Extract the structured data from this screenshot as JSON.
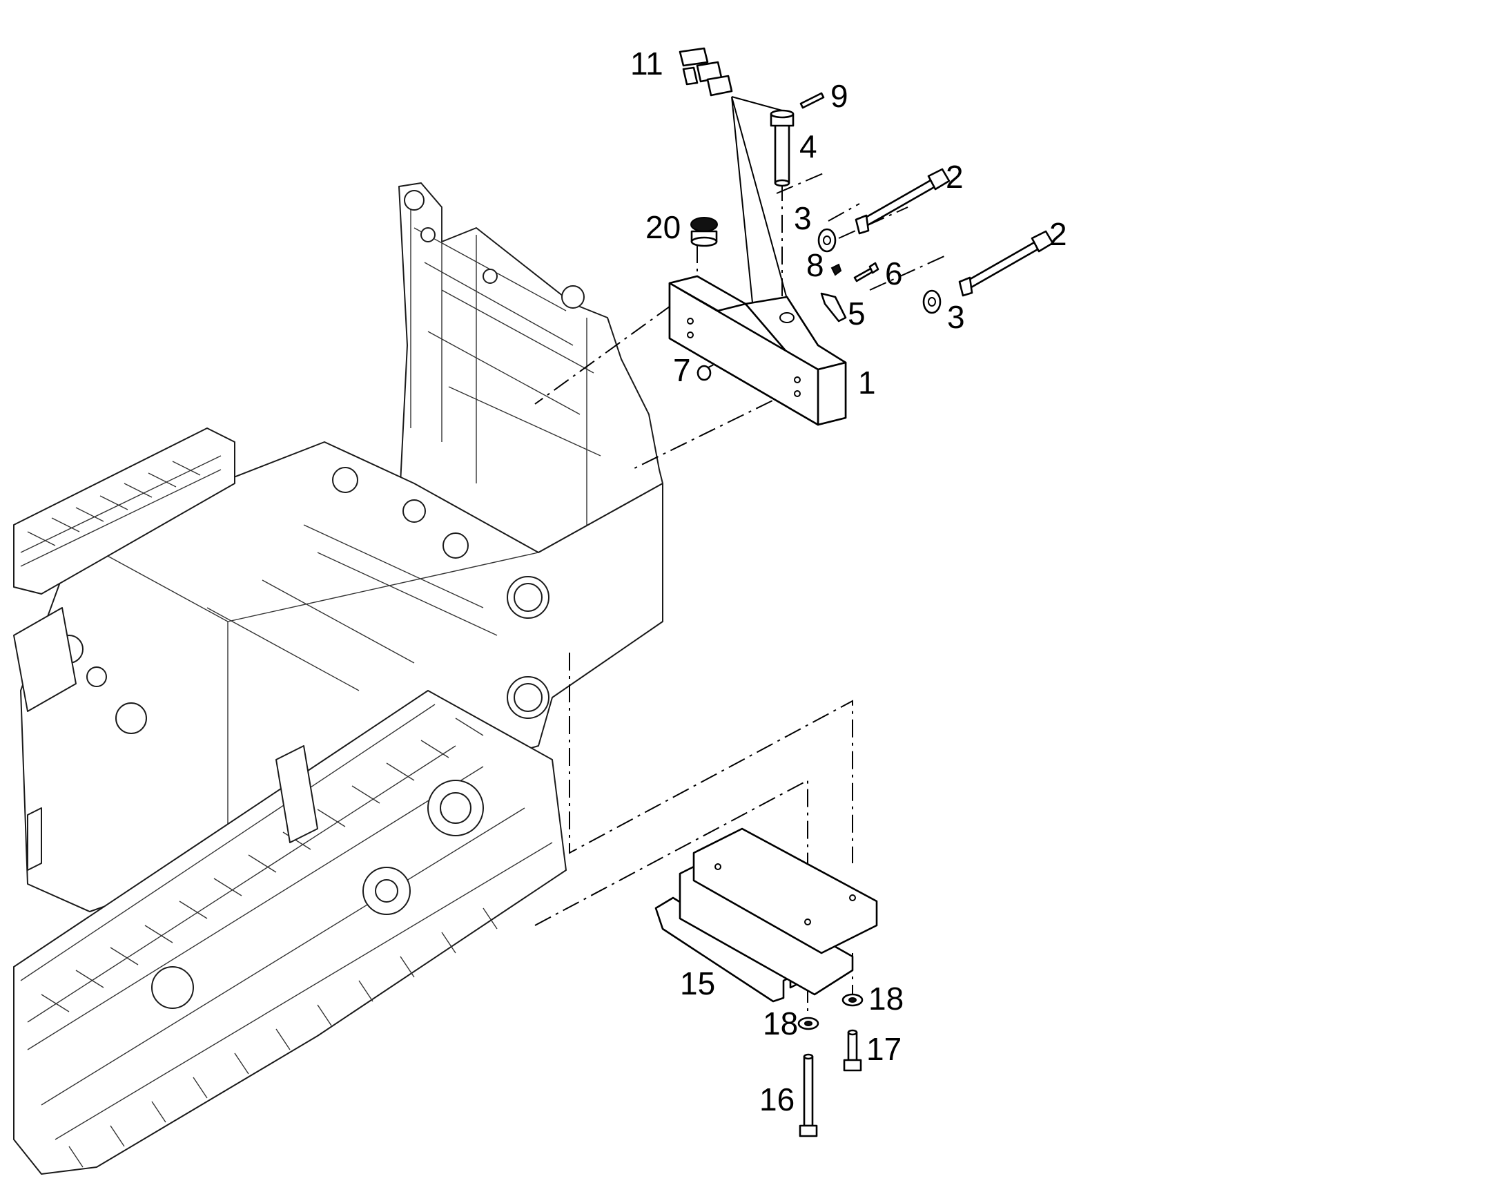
{
  "diagram": {
    "title": "",
    "colors": {
      "line": "#000000",
      "background": "#ffffff"
    },
    "callouts": {
      "c1": "1",
      "c2a": "2",
      "c2b": "2",
      "c3a": "3",
      "c3b": "3",
      "c4": "4",
      "c5": "5",
      "c6": "6",
      "c7": "7",
      "c8": "8",
      "c9": "9",
      "c11": "11",
      "c15": "15",
      "c16": "16",
      "c17": "17",
      "c18a": "18",
      "c18b": "18",
      "c20": "20"
    }
  }
}
